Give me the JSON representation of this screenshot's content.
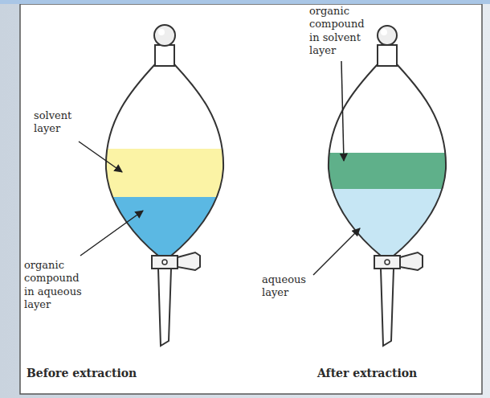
{
  "diagram": {
    "labels": [
      "solvent layer",
      "organic compound in aqueous layer",
      "Before extraction",
      "organic compound in solvent layer",
      "aqueous layer",
      "After extraction"
    ]
  }
}
